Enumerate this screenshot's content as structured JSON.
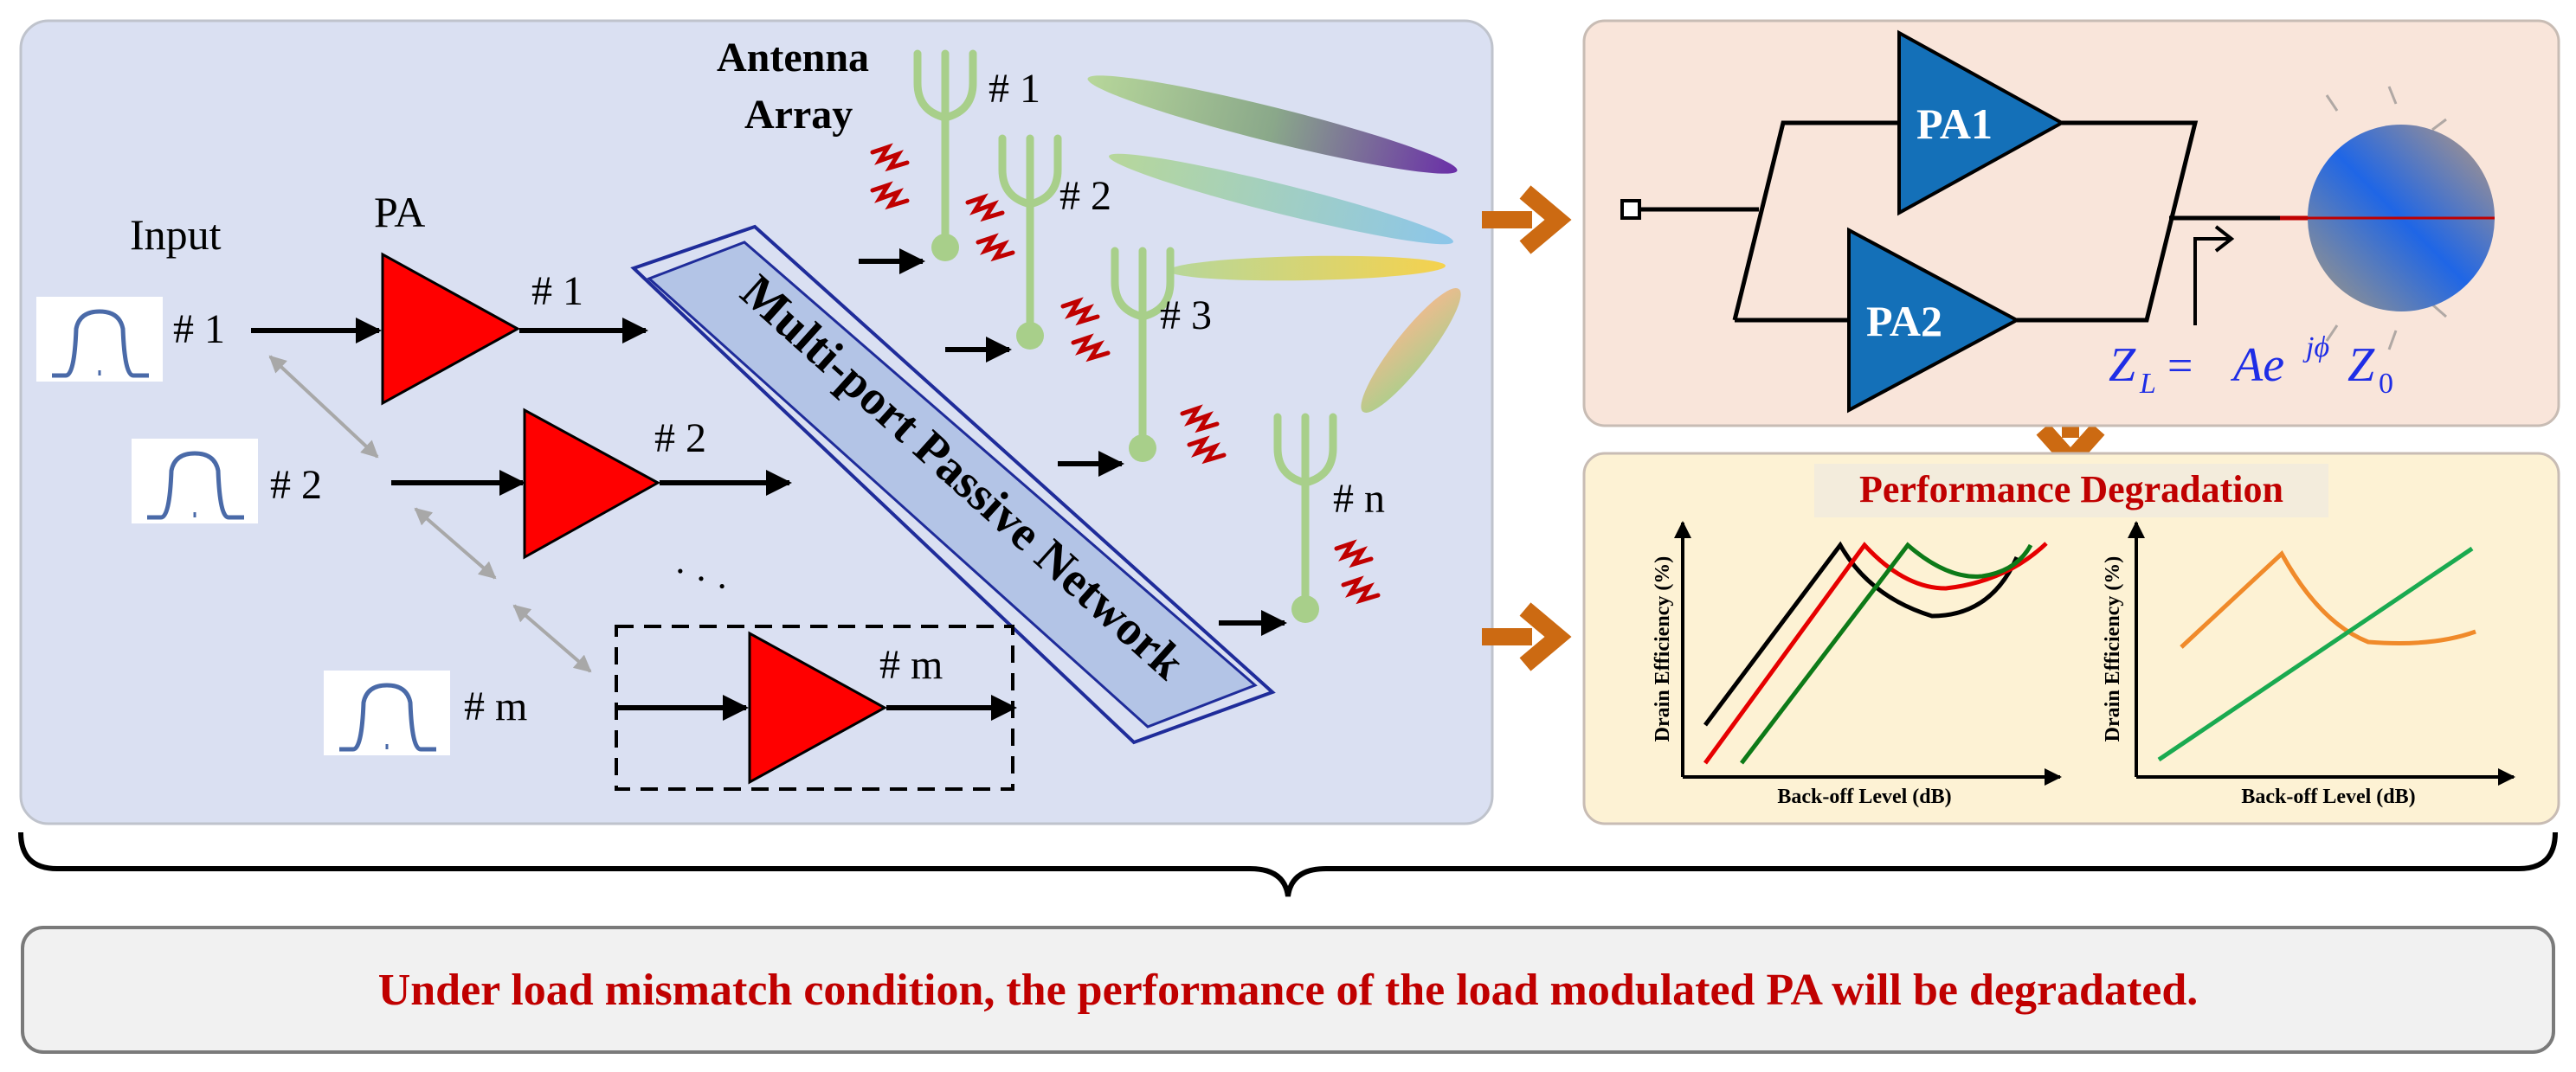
{
  "left_panel": {
    "input_label": "Input",
    "pa_label": "PA",
    "antenna_label_line1": "Antenna",
    "antenna_label_line2": "Array",
    "network_label": "Multi-port Passive Network",
    "input_ports": [
      "# 1",
      "# 2",
      "# m"
    ],
    "pa_ports": [
      "# 1",
      "# 2",
      "# m"
    ],
    "antenna_ports": [
      "# 1",
      "# 2",
      "# 3",
      "# n"
    ],
    "ellipsis": "·  ·  ·"
  },
  "top_right_panel": {
    "pa1_label": "PA1",
    "pa2_label": "PA2",
    "load_equation": {
      "z": "Z",
      "z_sub": "L",
      "eq": " = ",
      "a": "Ae",
      "exp": "jϕ",
      "z0": "Z",
      "z0_sub": "0"
    }
  },
  "bottom_right_panel": {
    "title": "Performance Degradation",
    "chart_left": {
      "ylabel": "Drain Efficiency (%)",
      "xlabel": "Back-off Level (dB)"
    },
    "chart_right": {
      "ylabel": "Drain Efficiency (%)",
      "xlabel": "Back-off Level (dB)"
    }
  },
  "conclusion": "Under load mismatch condition, the performance of the load modulated PA will be degradated.",
  "colors": {
    "left_panel_bg": "#dae0f2",
    "top_right_bg": "#f9e5da",
    "bottom_right_bg": "#fdf2d4",
    "pa_red": "#ff0000",
    "pa_blue": "#1470b8",
    "orange_arrow": "#cc6a12",
    "antenna_green": "#a8cf8a",
    "wave_red": "#c00000",
    "network_fill": "#b3c4e6",
    "network_border": "#1f2c9a",
    "title_red": "#c00000",
    "equation_blue": "#1e2de6"
  }
}
